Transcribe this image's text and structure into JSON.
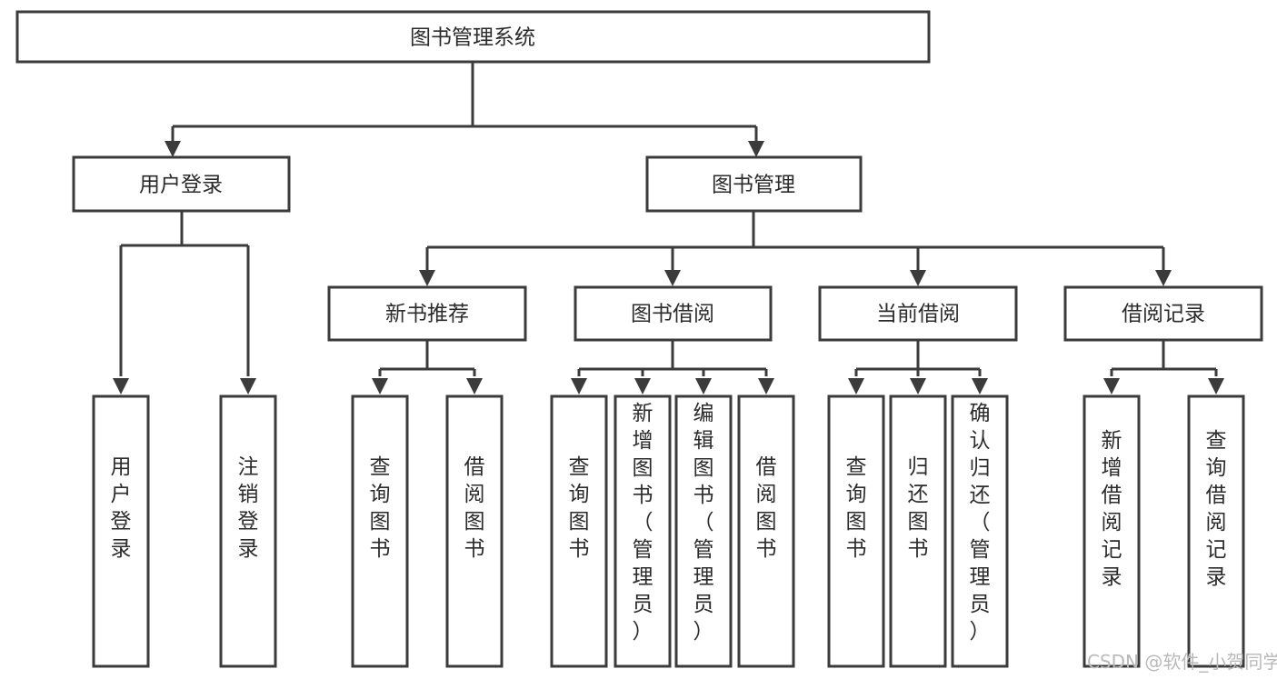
{
  "diagram": {
    "title": "图书管理系统",
    "type": "functional-structure-tree",
    "root": {
      "id": "root",
      "label": "图书管理系统",
      "orientation": "horizontal"
    },
    "level2": [
      {
        "id": "user-login",
        "label": "用户登录",
        "orientation": "horizontal"
      },
      {
        "id": "book-manage",
        "label": "图书管理",
        "orientation": "horizontal"
      }
    ],
    "level3": [
      {
        "id": "new-book-recommend",
        "label": "新书推荐",
        "parent": "book-manage",
        "orientation": "horizontal"
      },
      {
        "id": "book-borrow",
        "label": "图书借阅",
        "parent": "book-manage",
        "orientation": "horizontal"
      },
      {
        "id": "current-borrow",
        "label": "当前借阅",
        "parent": "book-manage",
        "orientation": "horizontal"
      },
      {
        "id": "borrow-record",
        "label": "借阅记录",
        "parent": "book-manage",
        "orientation": "horizontal"
      }
    ],
    "leaves": [
      {
        "id": "leaf-user-login",
        "label": "用户登录",
        "parent": "user-login",
        "orientation": "vertical"
      },
      {
        "id": "leaf-user-logout",
        "label": "注销登录",
        "parent": "user-login",
        "orientation": "vertical"
      },
      {
        "id": "leaf-query-book-1",
        "label": "查询图书",
        "parent": "new-book-recommend",
        "orientation": "vertical"
      },
      {
        "id": "leaf-borrow-book-1",
        "label": "借阅图书",
        "parent": "new-book-recommend",
        "orientation": "vertical"
      },
      {
        "id": "leaf-query-book-2",
        "label": "查询图书",
        "parent": "book-borrow",
        "orientation": "vertical"
      },
      {
        "id": "leaf-add-book",
        "label": "新增图书（管理员）",
        "parent": "book-borrow",
        "orientation": "vertical"
      },
      {
        "id": "leaf-edit-book",
        "label": "编辑图书（管理员）",
        "parent": "book-borrow",
        "orientation": "vertical"
      },
      {
        "id": "leaf-borrow-book-2",
        "label": "借阅图书",
        "parent": "book-borrow",
        "orientation": "vertical"
      },
      {
        "id": "leaf-query-book-3",
        "label": "查询图书",
        "parent": "current-borrow",
        "orientation": "vertical"
      },
      {
        "id": "leaf-return-book",
        "label": "归还图书",
        "parent": "current-borrow",
        "orientation": "vertical"
      },
      {
        "id": "leaf-confirm-return",
        "label": "确认归还（管理员）",
        "parent": "current-borrow",
        "orientation": "vertical"
      },
      {
        "id": "leaf-add-record",
        "label": "新增借阅记录",
        "parent": "borrow-record",
        "orientation": "vertical"
      },
      {
        "id": "leaf-query-record",
        "label": "查询借阅记录",
        "parent": "borrow-record",
        "orientation": "vertical"
      }
    ],
    "colors": {
      "box_stroke": "#3b3b3b",
      "box_fill": "#ffffff",
      "connector": "#3b3b3b",
      "text": "#2b2b2b",
      "background": "#ffffff",
      "watermark": "#b9b9b9"
    }
  },
  "watermark": {
    "text": "CSDN @软件_小贺同学"
  }
}
